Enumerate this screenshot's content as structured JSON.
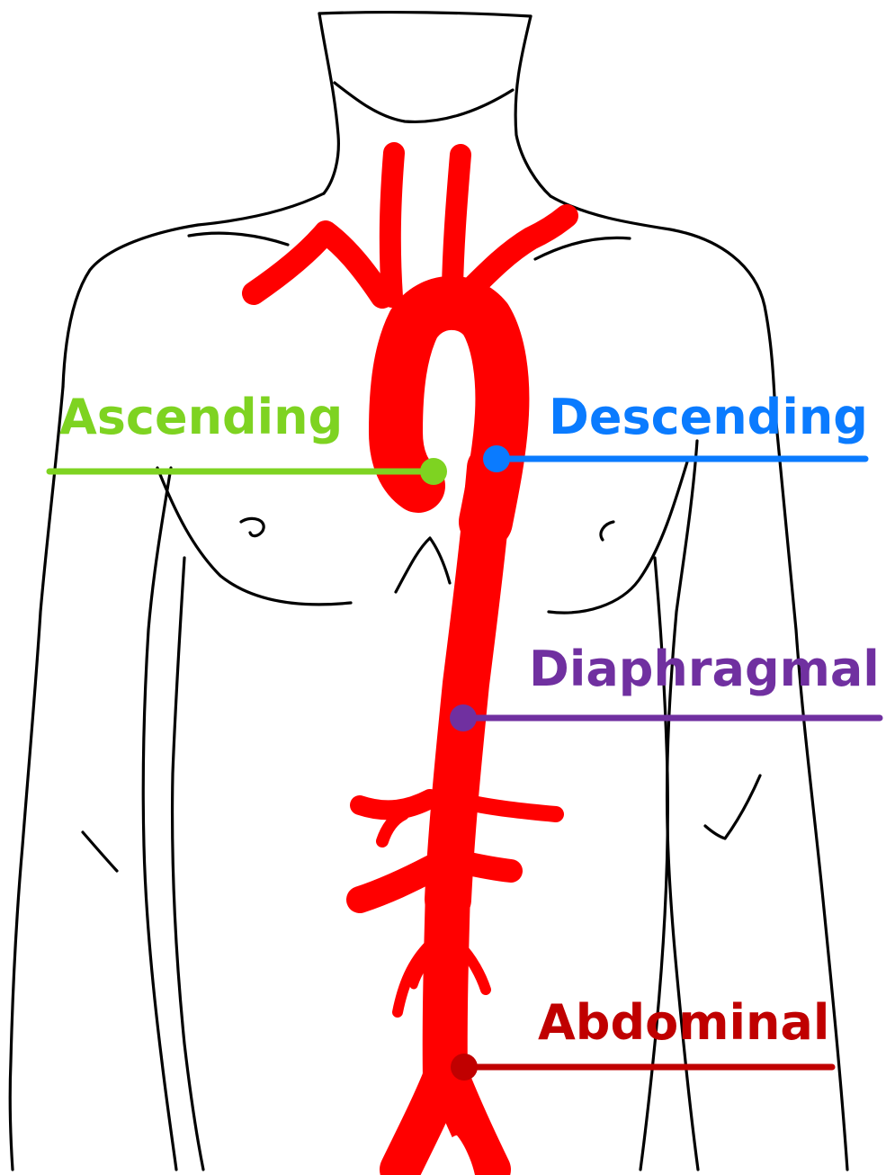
{
  "colors": {
    "aorta": "#ff0000",
    "outline": "#000000",
    "background": "#ffffff"
  },
  "labels": {
    "ascending": {
      "text": "Ascending",
      "color": "#7ed321"
    },
    "descending": {
      "text": "Descending",
      "color": "#0a7bff"
    },
    "diaphragmal": {
      "text": "Diaphragmal",
      "color": "#7030a0"
    },
    "abdominal": {
      "text": "Abdominal",
      "color": "#c00000"
    }
  }
}
